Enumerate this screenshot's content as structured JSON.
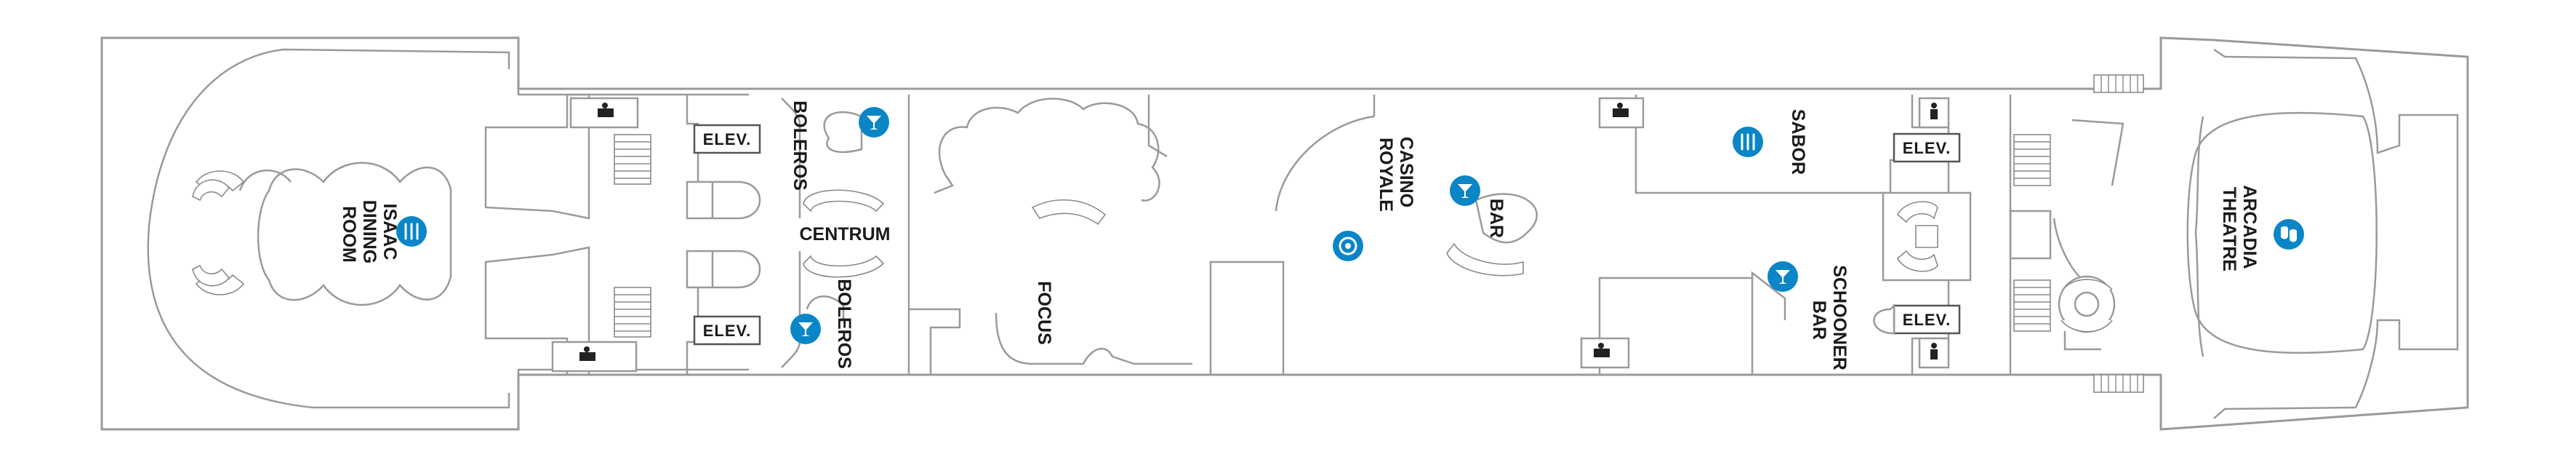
{
  "colors": {
    "icon_blue": "#0a86c7",
    "wall_gray": "#9a9a9a",
    "text": "#1a1a1a"
  },
  "venues": {
    "isaac_dining_room": [
      "ISAAC",
      "DINING",
      "ROOM"
    ],
    "boleros_top": "BOLEROS",
    "boleros_bottom": "BOLEROS",
    "centrum": "CENTRUM",
    "focus": "FOCUS",
    "casino_royale": [
      "CASINO",
      "ROYALE"
    ],
    "bar": "BAR",
    "sabor": "SABOR",
    "schooner_bar": [
      "SCHOONER",
      "BAR"
    ],
    "arcadia_theatre": [
      "ARCADIA",
      "THEATRE"
    ]
  },
  "elevators": {
    "label": "ELEV."
  },
  "icons": {
    "dining": "dining-icon",
    "cocktail": "cocktail-icon",
    "casino": "casino-chip-icon",
    "theatre": "theatre-masks-icon",
    "restroom": "restroom-icon",
    "staircase": "staircase-icon"
  }
}
